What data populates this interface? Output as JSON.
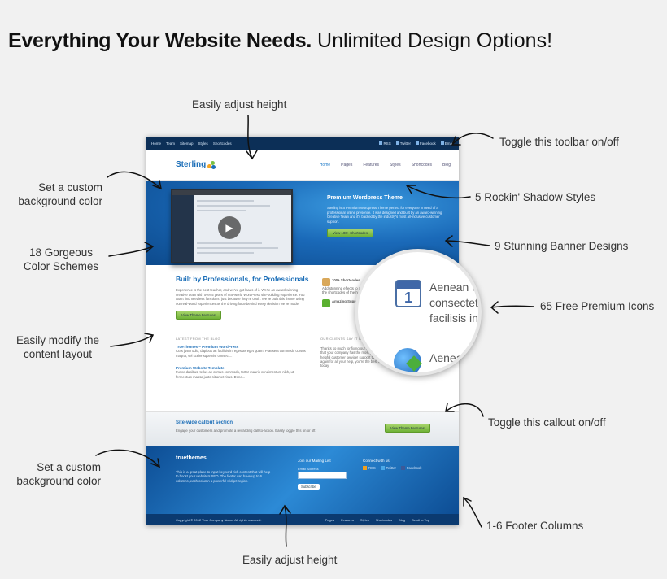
{
  "headline": {
    "bold": "Everything Your Website Needs.",
    "light": "Unlimited Design Options!"
  },
  "annotations": {
    "adjust_height_top": "Easily adjust height",
    "toggle_toolbar": "Toggle this toolbar on/off",
    "bg_color_top": "Set a custom background color",
    "shadow_styles": "5 Rockin' Shadow Styles",
    "color_schemes": "18 Gorgeous Color Schemes",
    "banner_designs": "9 Stunning Banner Designs",
    "premium_icons": "65 Free Premium Icons",
    "content_layout": "Easily modify the content layout",
    "toggle_callout": "Toggle this callout on/off",
    "bg_color_bottom": "Set a custom background color",
    "footer_columns": "1-6 Footer Columns",
    "adjust_height_bottom": "Easily adjust height"
  },
  "site": {
    "toolbar": {
      "links": [
        "Home",
        "Team",
        "Sitemap",
        "Styles",
        "Shortcodes"
      ],
      "right": [
        "RSS",
        "Twitter",
        "Facebook",
        "Email"
      ]
    },
    "logo": "Sterling",
    "nav": [
      "Home",
      "Pages",
      "Features",
      "Styles",
      "Shortcodes",
      "Blog"
    ],
    "banner": {
      "title": "Premium Wordpress Theme",
      "text": "Sterling is a Premium Wordpress Theme perfect for everyone in need of a professional online presence. It was designed and built by an award-winning Creative Team and it's backed by the industry's most all-inclusive customer support.",
      "button": "View 100+ Shortcodes"
    },
    "content": {
      "title": "Built by Professionals, for Professionals",
      "text": "Experience is the best teacher, and we've got loads of it. We're an award-winning creative team with over 5 years of real-world WordPress site-building experience. You won't find needless functions \"just because they're cool\". We've built this theme using our real-world experiences as the driving force behind every decision we've made.",
      "button": "View Theme Features",
      "feature1": "100+ Shortcodes",
      "feature1_text": "Add stunning effects to any of the shortcodes of the house.",
      "feature2": "Amazing Support",
      "blog_heading": "LATEST FROM THE BLOG",
      "post1_title": "TrueThemes – Premium WordPress",
      "post1_text": "Cras justo odio, dapibus ac facilisis in, egestas eget quam. Praesent commodo cursus magna, vel scelerisque nisl consect...",
      "post2_title": "Premium Website Template",
      "post2_text": "Fusce dapibus, tellus ac cursus commodo, tortor mauris condimentum nibh, ut fermentum massa justo sit amet risus. Done...",
      "clients_heading": "OUR CLIENTS SAY IT BEST",
      "quote": "Thanks so much for fixing our issue so fast. We see that your company has the most professional and helpful customer service! support to date. Thanks again for all your help, you're the best in business today."
    },
    "callout": {
      "title": "Site-wide callout section",
      "text": "Engage your customers and promote a rewarding call-to-action. Easily toggle this on or off.",
      "button": "View Theme Features"
    },
    "footer": {
      "logo": "truethemes",
      "text": "This is a great place to input keyword-rich content that will help to boost your website's SEO. The footer can have up to 6 columns, each column a powerful widget region.",
      "mailing_title": "Join our Mailing List",
      "email_label": "Email Address",
      "subscribe": "Subscribe",
      "connect_title": "Connect with us",
      "social": [
        "RSS",
        "Twitter",
        "Facebook"
      ],
      "copyright": "Copyright © 2012 Your Company Name. All rights reserved.",
      "links": [
        "Pages",
        "Features",
        "Styles",
        "Shortcodes",
        "Blog",
        "Scroll to Top"
      ]
    }
  },
  "lens": {
    "text_line1": "Aenean la",
    "text_line2": "consectet",
    "text_line3": "facilisis in,",
    "text_line4": "Aenea",
    "calendar_number": "1"
  }
}
